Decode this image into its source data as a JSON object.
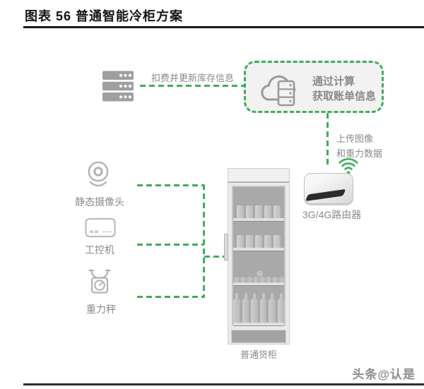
{
  "header": {
    "title": "图表 56 普通智能冷柜方案"
  },
  "diagram": {
    "server_flow_label": "扣费并更新库存信息",
    "cloud_line1": "通过计算",
    "cloud_line2": "获取账单信息",
    "upload_line1": "上传图像",
    "upload_line2": "和重力数据",
    "router_label": "3G/4G路由器",
    "camera_label": "静态摄像头",
    "industrial_pc_label": "工控机",
    "scale_label": "重力秤",
    "fridge_label": "普通货柜",
    "icons": {
      "server": "server-stack-icon",
      "cloud": "cloud-computing-icon",
      "wifi": "wifi-signal-icon",
      "router": "router-box-icon",
      "camera": "webcam-icon",
      "industrial_pc": "industrial-pc-icon",
      "scale": "weight-scale-icon"
    },
    "colors": {
      "accent_green": "#3fae5e",
      "icon_gray": "#a6a6a6",
      "label_gray": "#8a8a8a",
      "title_black": "#1a1a24"
    }
  },
  "footer": {
    "watermark": "头条@认是"
  }
}
